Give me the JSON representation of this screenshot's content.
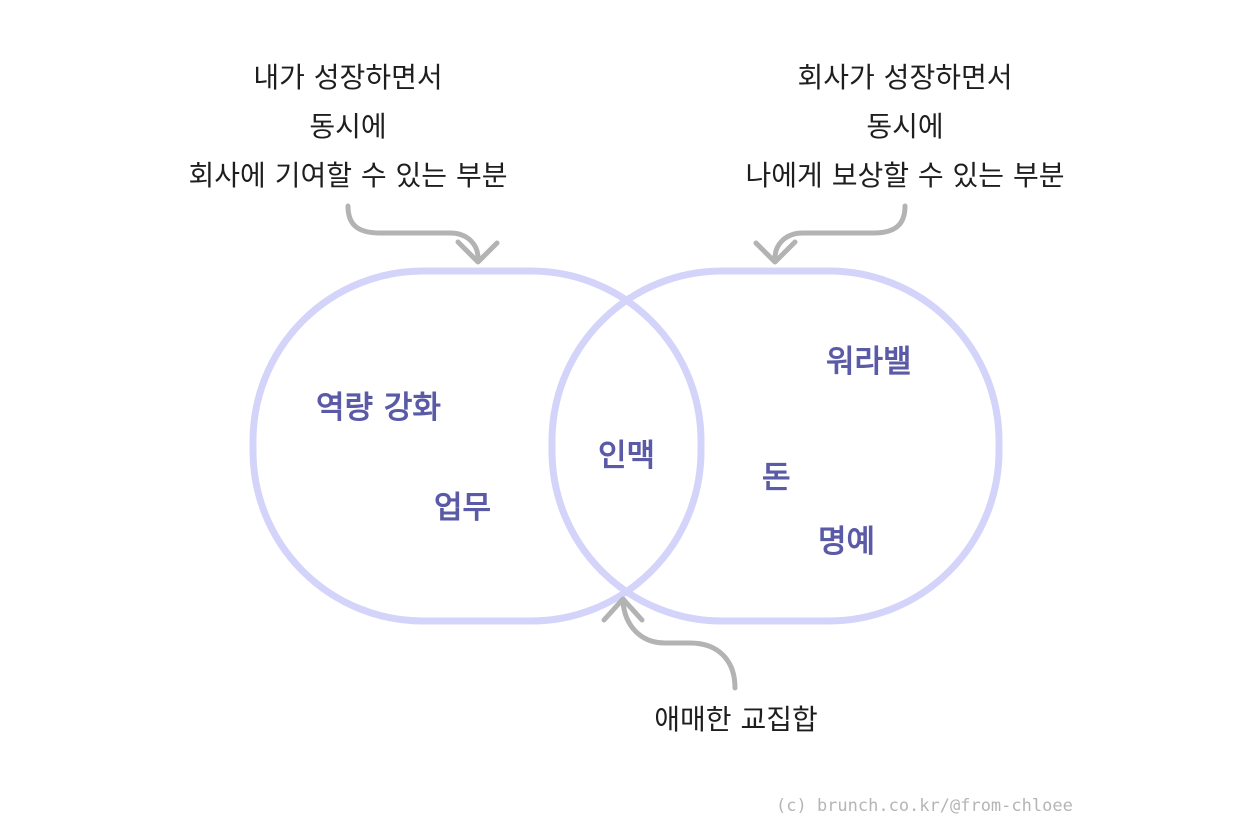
{
  "captions": {
    "left": [
      "내가 성장하면서",
      "동시에",
      "회사에 기여할 수 있는 부분"
    ],
    "right": [
      "회사가 성장하면서",
      "동시에",
      "나에게 보상할 수 있는 부분"
    ],
    "bottom": "애매한 교집합"
  },
  "left_set": {
    "items": [
      "역량 강화",
      "업무"
    ]
  },
  "intersection": {
    "items": [
      "인맥"
    ]
  },
  "right_set": {
    "items": [
      "워라밸",
      "돈",
      "명예"
    ]
  },
  "credit": "(c) brunch.co.kr/@from-chloee",
  "colors": {
    "outline": "#d4d4fb",
    "label": "#5a5aa6",
    "arrow": "#b3b3b3",
    "text": "#1e1e1e"
  }
}
